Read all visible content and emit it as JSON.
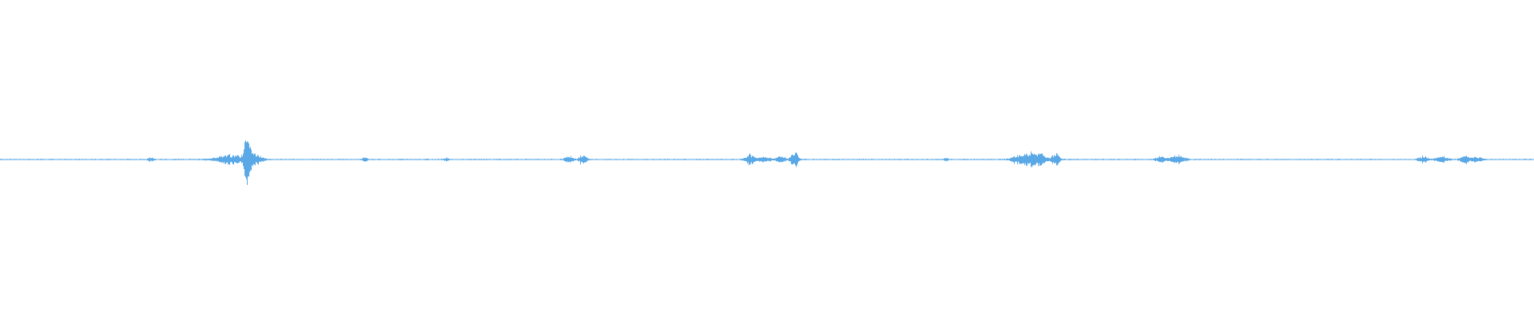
{
  "waveform": {
    "color": "#5aa9e6",
    "background": "#ffffff",
    "baseline_amplitude": 0.004,
    "sample_count": 1920,
    "bursts": [
      {
        "position": 0.098,
        "peak": 0.018,
        "spread": 0.0018
      },
      {
        "position": 0.15,
        "peak": 0.035,
        "spread": 0.01
      },
      {
        "position": 0.161,
        "peak": 0.18,
        "spread": 0.0022
      },
      {
        "position": 0.166,
        "peak": 0.04,
        "spread": 0.005
      },
      {
        "position": 0.238,
        "peak": 0.02,
        "spread": 0.0015
      },
      {
        "position": 0.291,
        "peak": 0.012,
        "spread": 0.0015
      },
      {
        "position": 0.371,
        "peak": 0.025,
        "spread": 0.003
      },
      {
        "position": 0.38,
        "peak": 0.045,
        "spread": 0.0025
      },
      {
        "position": 0.489,
        "peak": 0.035,
        "spread": 0.0035
      },
      {
        "position": 0.498,
        "peak": 0.025,
        "spread": 0.004
      },
      {
        "position": 0.509,
        "peak": 0.028,
        "spread": 0.003
      },
      {
        "position": 0.518,
        "peak": 0.065,
        "spread": 0.0025
      },
      {
        "position": 0.617,
        "peak": 0.01,
        "spread": 0.0015
      },
      {
        "position": 0.663,
        "peak": 0.035,
        "spread": 0.004
      },
      {
        "position": 0.671,
        "peak": 0.055,
        "spread": 0.004
      },
      {
        "position": 0.678,
        "peak": 0.045,
        "spread": 0.004
      },
      {
        "position": 0.688,
        "peak": 0.05,
        "spread": 0.003
      },
      {
        "position": 0.757,
        "peak": 0.02,
        "spread": 0.004
      },
      {
        "position": 0.768,
        "peak": 0.03,
        "spread": 0.005
      },
      {
        "position": 0.928,
        "peak": 0.025,
        "spread": 0.003
      },
      {
        "position": 0.94,
        "peak": 0.022,
        "spread": 0.004
      },
      {
        "position": 0.955,
        "peak": 0.04,
        "spread": 0.003
      },
      {
        "position": 0.963,
        "peak": 0.018,
        "spread": 0.004
      }
    ]
  }
}
